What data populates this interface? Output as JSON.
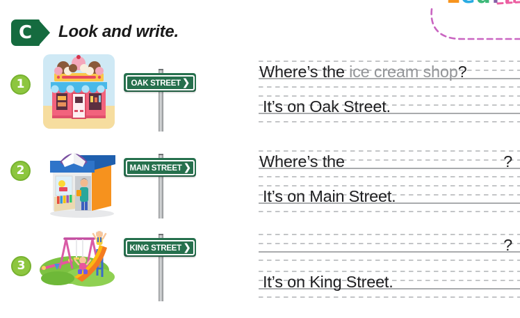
{
  "header": {
    "badge_label": "C",
    "title": "Look and write."
  },
  "learn_badge": {
    "letters": [
      {
        "ch": "L",
        "style": "color:#f7941e"
      },
      {
        "ch": "e",
        "style": "color:#29abe2"
      },
      {
        "ch": "a",
        "style": "color:#3cb878"
      },
      {
        "ch": "r",
        "style": "color:#8660a8"
      },
      {
        "ch": "n",
        "style": "color:#ec5fa1"
      },
      {
        "ch": "!",
        "style": "color:#ec5fa1"
      }
    ]
  },
  "ui": {
    "sign_arrow": "❯"
  },
  "items": [
    {
      "number": "1",
      "illustration": "ice-cream-shop",
      "sign": "OAK STREET",
      "question_prefix": "Where’s the ",
      "question_answer": "ice cream shop",
      "question_mark": "?",
      "answer": "It’s on Oak Street."
    },
    {
      "number": "2",
      "illustration": "bookshop",
      "sign": "MAIN STREET",
      "question_prefix": "Where’s the",
      "question_answer": "",
      "question_mark": "?",
      "answer": "It’s on Main Street."
    },
    {
      "number": "3",
      "illustration": "playground",
      "sign": "KING STREET",
      "question_prefix": "",
      "question_answer": "",
      "question_mark": "?",
      "answer": "It’s on King Street."
    }
  ],
  "colors": {
    "sign_green": "#26704d",
    "number_circle_green": "#8dc63f",
    "section_badge_green": "#156b3f",
    "sample_answer_gray": "#939598",
    "guide_dash_gray": "#c3c5c7",
    "guide_solid_gray": "#a9abad",
    "learn_dash_pink": "#c965c1"
  }
}
